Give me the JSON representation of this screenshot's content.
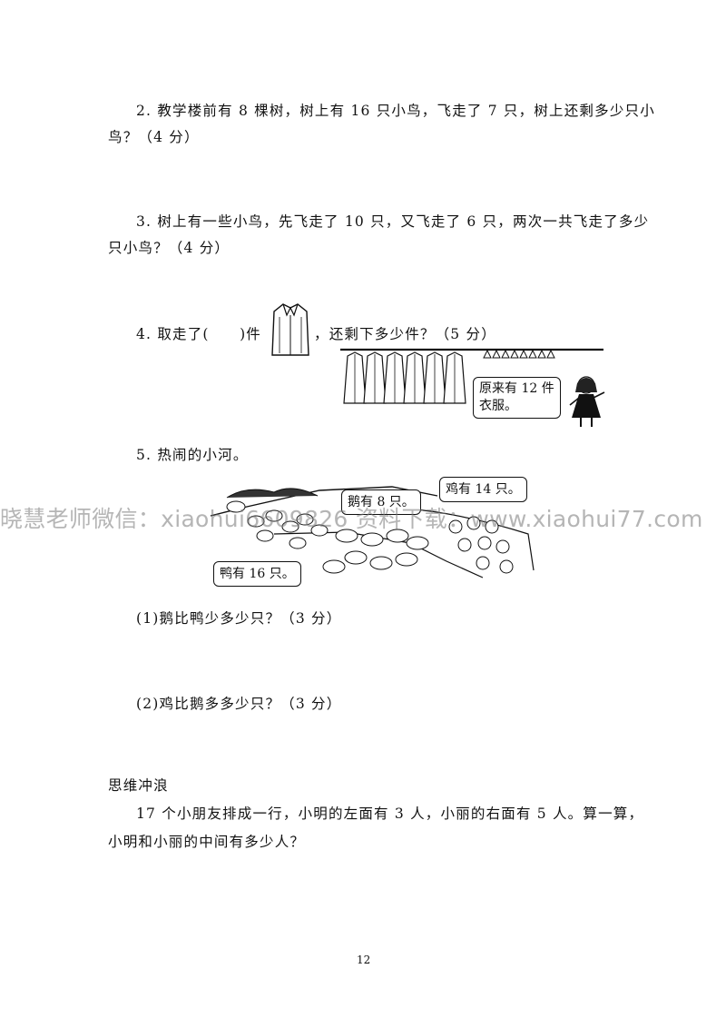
{
  "q2": {
    "line1": "2. 教学楼前有 8 棵树，树上有 16 只小鸟，飞走了 7 只，树上还剩多少只小",
    "line2": "鸟？（4 分）"
  },
  "q3": {
    "line1": "3. 树上有一些小鸟，先飞走了 10 只，又飞走了 6 只，两次一共飞走了多少",
    "line2": "只小鸟？（4 分）"
  },
  "q4": {
    "prefix": "4. 取走了(　　)件",
    "suffix": "，还剩下多少件？（5 分）",
    "speech": [
      "原来有 12 件",
      "衣服。"
    ]
  },
  "q5": {
    "title": "5. 热闹的小河。",
    "speech_geese": "鹅有 8 只。",
    "speech_chickens": "鸡有 14 只。",
    "speech_ducks": "鸭有 16 只。",
    "sub1": "(1)鹅比鸭少多少只？（3 分）",
    "sub2": "(2)鸡比鹅多多少只？（3 分）"
  },
  "challenge": {
    "heading": "思维冲浪",
    "line1": "17 个小朋友排成一行，小明的左面有 3 人，小丽的右面有 5 人。算一算，",
    "line2": "小明和小丽的中间有多少人？"
  },
  "page_number": "12",
  "watermark": "晓慧老师微信：xiaohui6609826  资料下载：www.xiaohui77.com"
}
